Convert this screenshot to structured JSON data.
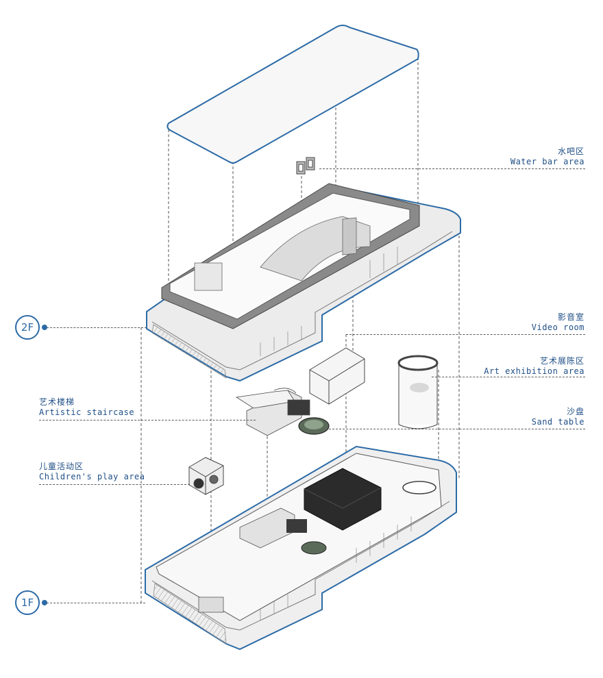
{
  "labels": {
    "water_bar": {
      "zh": "水吧区",
      "en": "Water bar area"
    },
    "video_room": {
      "zh": "影音室",
      "en": "Video room"
    },
    "art_exhibition": {
      "zh": "艺术展陈区",
      "en": "Art exhibition area"
    },
    "sand_table": {
      "zh": "沙盘",
      "en": "Sand table"
    },
    "staircase": {
      "zh": "艺术楼梯",
      "en": "Artistic staircase"
    },
    "play_area": {
      "zh": "儿童活动区",
      "en": "Children's play area"
    }
  },
  "floors": {
    "upper": "2F",
    "lower": "1F"
  },
  "colors": {
    "accent": "#2b6aa6",
    "label": "#1f4f86",
    "line": "#5a5a5a"
  }
}
